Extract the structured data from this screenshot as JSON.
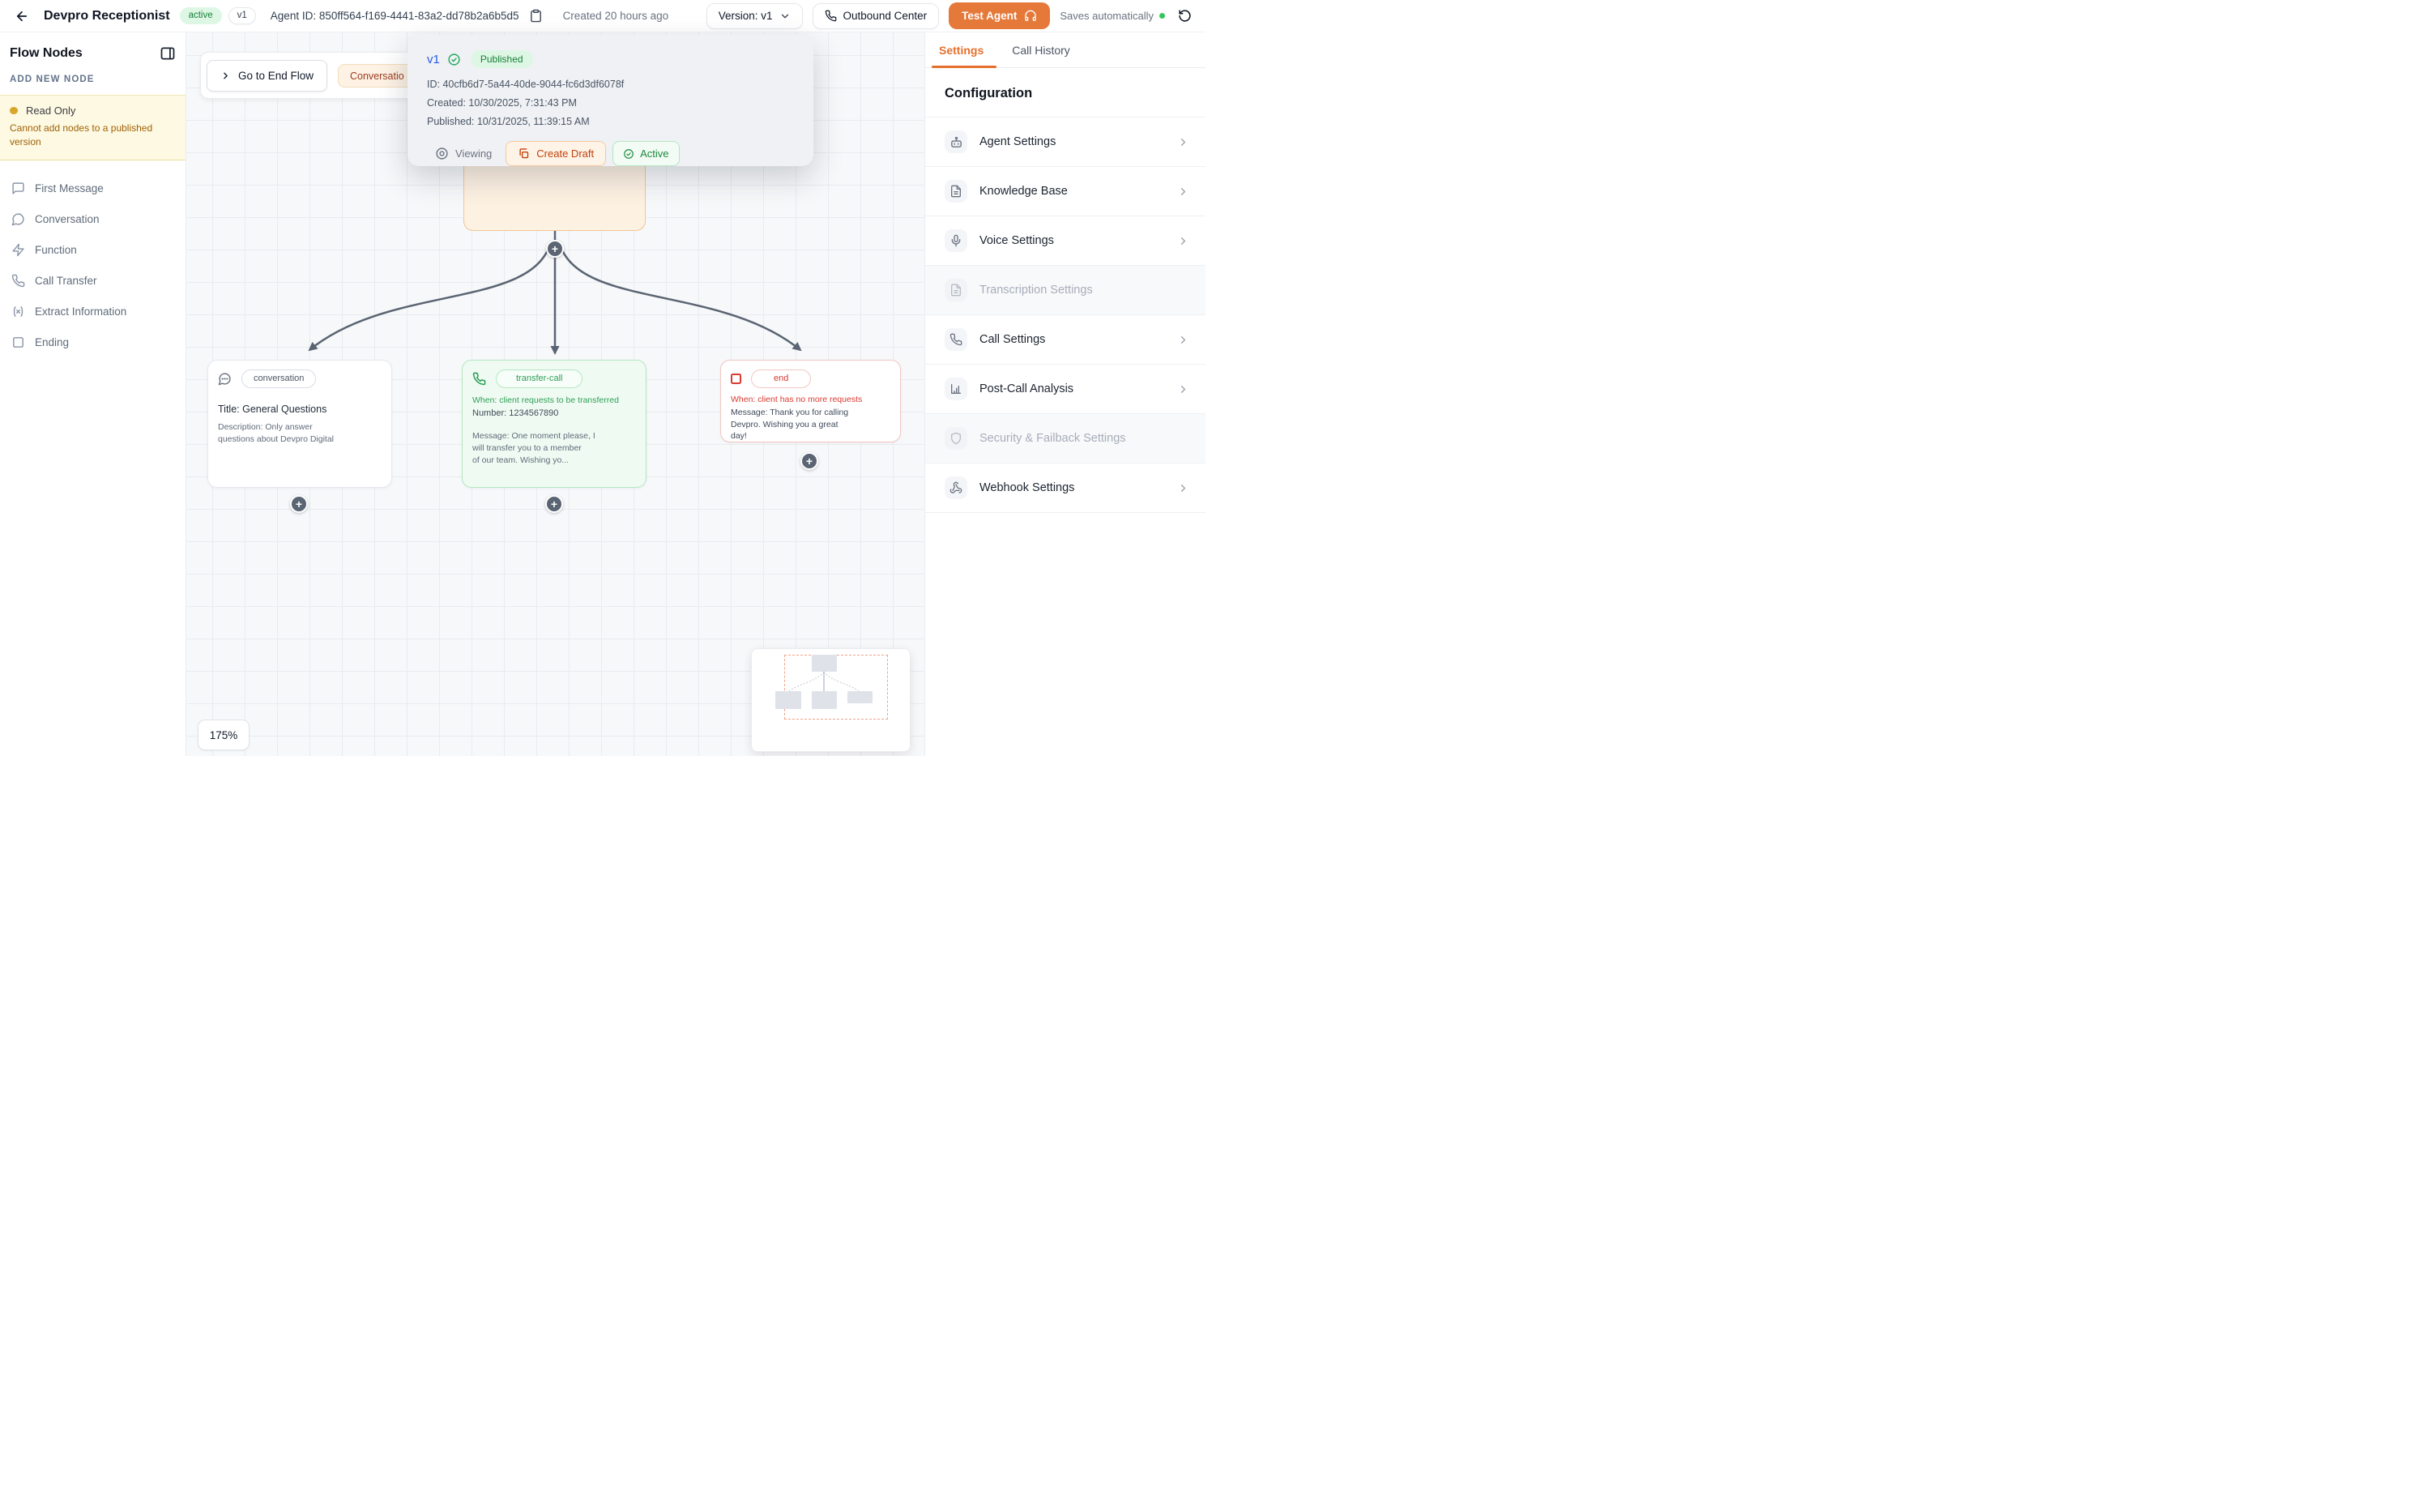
{
  "header": {
    "title": "Devpro Receptionist",
    "status_badge": "active",
    "version_badge": "v1",
    "agent_id": "Agent ID: 850ff564-f169-4441-83a2-dd78b2a6b5d5",
    "created": "Created 20 hours ago",
    "version_button": "Version: v1",
    "outbound_button": "Outbound Center",
    "test_agent_button": "Test Agent",
    "autosave": "Saves automatically"
  },
  "version_popover": {
    "version": "v1",
    "status": "Published",
    "id_line": "ID: 40cfb6d7-5a44-40de-9044-fc6d3df6078f",
    "created_line": "Created: 10/30/2025, 7:31:43 PM",
    "published_line": "Published: 10/31/2025, 11:39:15 AM",
    "viewing_label": "Viewing",
    "create_draft_label": "Create Draft",
    "active_label": "Active"
  },
  "flow_nodes_panel": {
    "title": "Flow Nodes",
    "section_label": "ADD NEW NODE",
    "readonly_title": "Read Only",
    "readonly_note": "Cannot add nodes to a published version",
    "items": [
      {
        "label": "First Message",
        "icon": "message-square-icon"
      },
      {
        "label": "Conversation",
        "icon": "message-circle-icon"
      },
      {
        "label": "Function",
        "icon": "zap-icon"
      },
      {
        "label": "Call Transfer",
        "icon": "phone-icon"
      },
      {
        "label": "Extract Information",
        "icon": "extract-icon"
      },
      {
        "label": "Ending",
        "icon": "square-icon"
      }
    ]
  },
  "canvas": {
    "go_to_end_flow": "Go to End Flow",
    "conversation_tab": "Conversatio",
    "zoom_level": "175%",
    "conversation_node": {
      "pill": "conversation",
      "title": "Title: General Questions",
      "description": "Description: Only answer\nquestions about Devpro Digital"
    },
    "transfer_node": {
      "pill": "transfer-call",
      "when": "When: client requests to be transferred",
      "number": "Number: 1234567890",
      "message": "Message: One moment please, I\nwill transfer you to a member\nof our team. Wishing yo..."
    },
    "end_node": {
      "pill": "end",
      "when": "When: client has no more requests",
      "message": "Message: Thank you for calling\nDevpro. Wishing you a great\nday!"
    }
  },
  "settings_panel": {
    "tabs": [
      {
        "label": "Settings"
      },
      {
        "label": "Call History"
      }
    ],
    "heading": "Configuration",
    "items": [
      {
        "label": "Agent Settings",
        "icon": "bot-icon",
        "enabled": true
      },
      {
        "label": "Knowledge Base",
        "icon": "file-text-icon",
        "enabled": true
      },
      {
        "label": "Voice Settings",
        "icon": "microphone-icon",
        "enabled": true
      },
      {
        "label": "Transcription Settings",
        "icon": "file-text-icon",
        "enabled": false
      },
      {
        "label": "Call Settings",
        "icon": "phone-icon",
        "enabled": true
      },
      {
        "label": "Post-Call Analysis",
        "icon": "bar-chart-icon",
        "enabled": true
      },
      {
        "label": "Security & Failback Settings",
        "icon": "shield-icon",
        "enabled": false
      },
      {
        "label": "Webhook Settings",
        "icon": "webhook-icon",
        "enabled": true
      }
    ]
  },
  "colors": {
    "accent_orange": "#e5793a",
    "tab_orange": "#e5702e",
    "success_green": "#22a85b",
    "node_green": "#2e9e57",
    "node_red": "#d93b30",
    "edge_gray": "#5a6472",
    "readonly_amber": "#a16207",
    "version_blue": "#2a5ae8"
  }
}
